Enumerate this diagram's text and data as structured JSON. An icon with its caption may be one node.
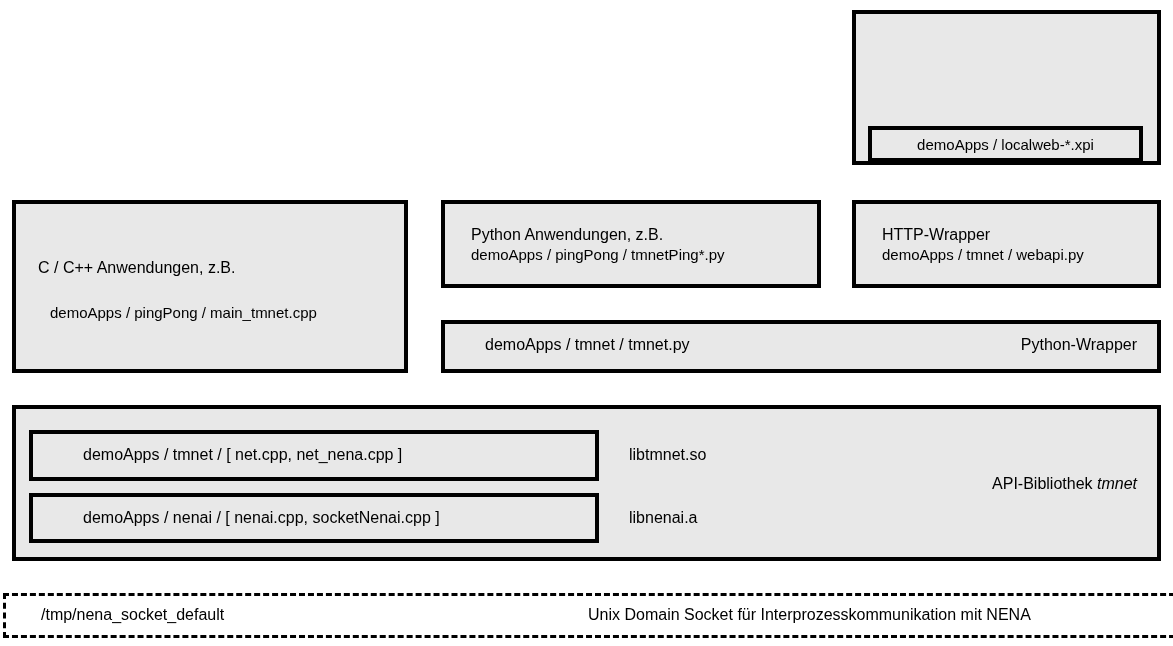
{
  "diagram": {
    "nodes": [
      {
        "text": [],
        "shape": "box"
      },
      {
        "text": [
          "demoApps / localweb-*.xpi"
        ],
        "in": 0
      },
      {
        "text": [
          "C / C++ Anwendungen, z.B.",
          "demoApps / pingPong / main_tmnet.cpp"
        ]
      },
      {
        "text": [
          "Python Anwendungen, z.B.",
          "demoApps / pingPong / tmnetPing*.py"
        ]
      },
      {
        "text": [
          "HTTP-Wrapper",
          "demoApps / tmnet / webapi.py"
        ]
      },
      {
        "text": [
          "demoApps / tmnet / tmnet.py",
          "Python-Wrapper"
        ]
      },
      {
        "text": [
          "API-Bibliothek *tmnet*"
        ]
      },
      {
        "text": [
          "demoApps / tmnet / [ net.cpp, net_nena.cpp ]"
        ],
        "in": 6,
        "beside": [
          "libtmnet.so"
        ]
      },
      {
        "text": [
          "demoApps / nenai / [ nenai.cpp, socketNenai.cpp ]"
        ],
        "in": 6,
        "beside": [
          "libnenai.a"
        ]
      },
      {
        "text": [
          "/tmp/nena_socket_default",
          "Unix Domain Socket für Interprozesskommunikation mit NENA"
        ]
      }
    ]
  }
}
